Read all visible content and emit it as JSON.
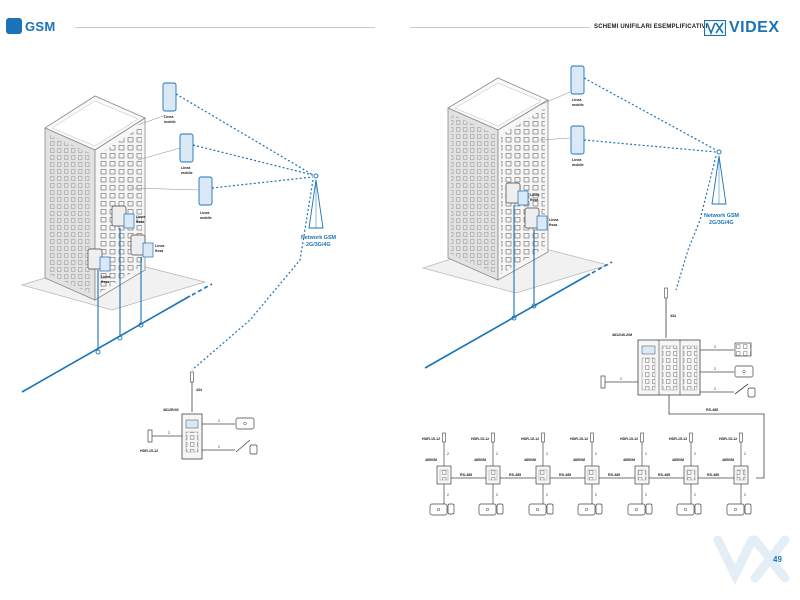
{
  "header": {
    "brand_left": "GSM",
    "section_title": "SCHEMI UNIFILARI ESEMPLIFICATIVI",
    "brand_right": "VIDEX"
  },
  "page_number": "49",
  "labels": {
    "linea_mobile": [
      "Linea",
      "mobile"
    ],
    "linea_fissa": [
      "Linea",
      "fissa"
    ],
    "network": [
      "Network GSM",
      "2G/3G/4G"
    ],
    "antenna_code": "434",
    "two": "2",
    "left_panel": "4812R/40",
    "left_button": "HDR-15-12",
    "right_panel": "4812/40-2/M",
    "rs485": "RS-485",
    "hdr": "HDR-15-12",
    "module": "4850/M"
  },
  "colors": {
    "accent": "#1a73b8"
  }
}
